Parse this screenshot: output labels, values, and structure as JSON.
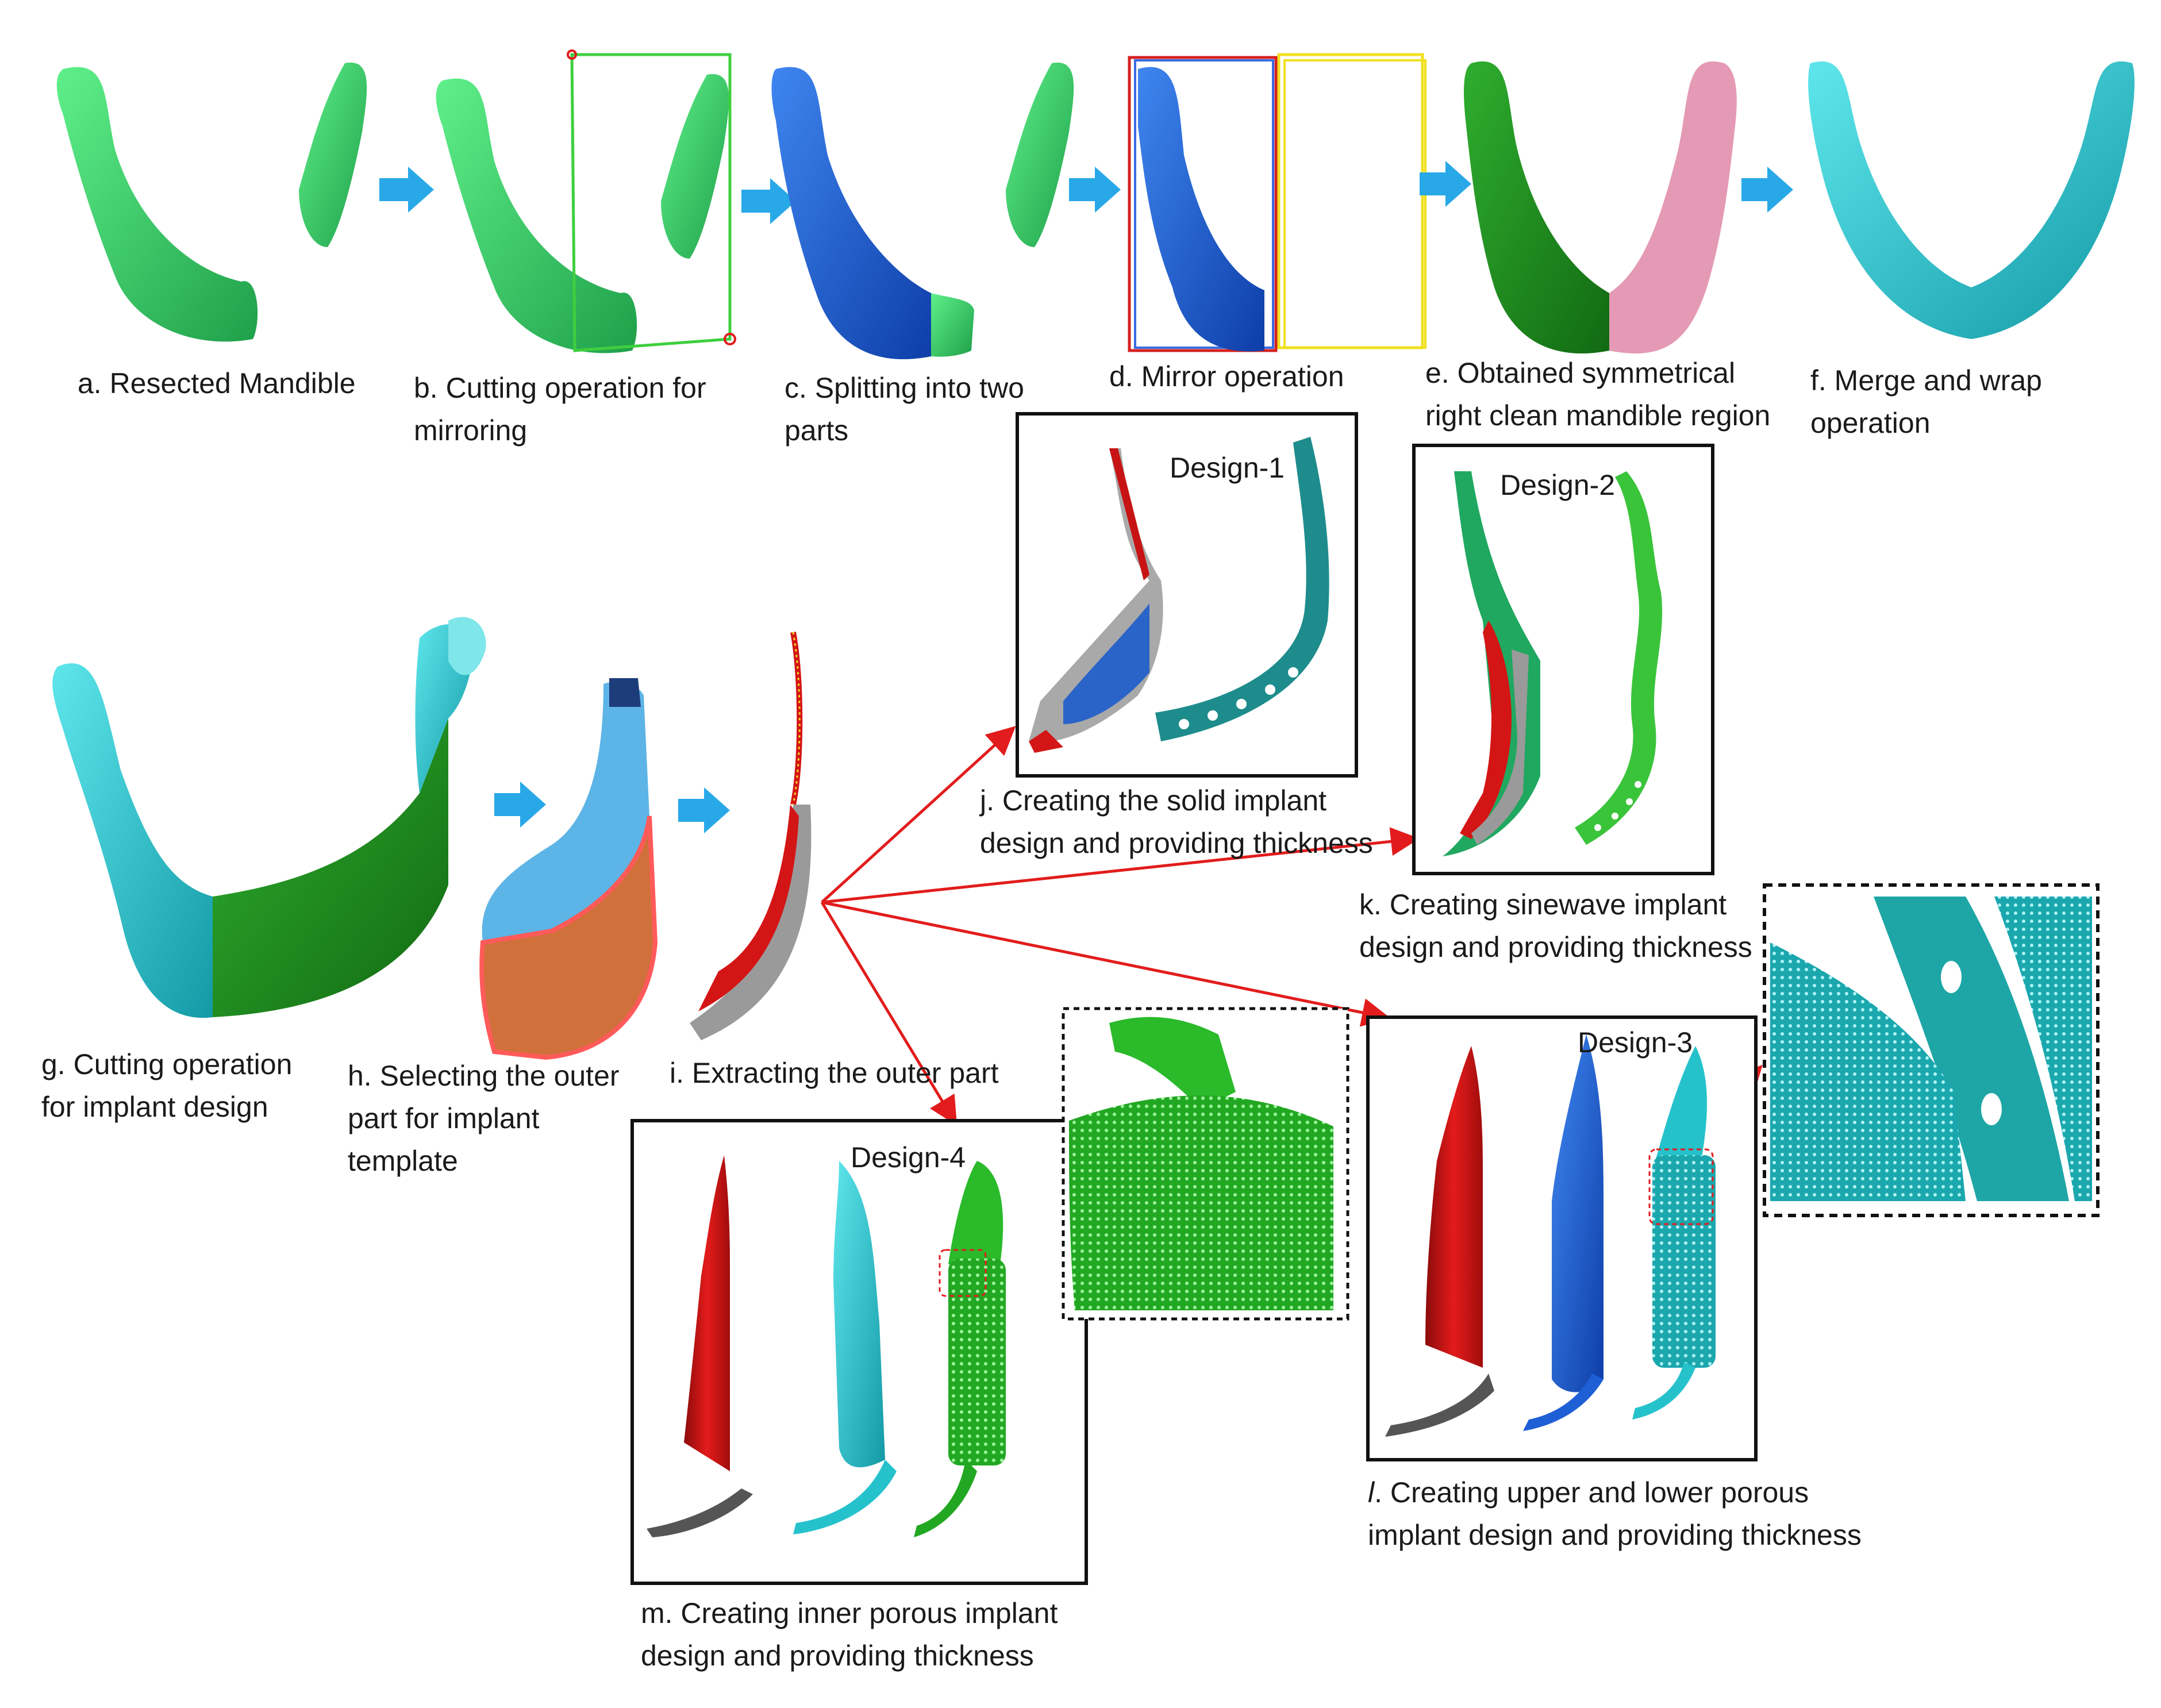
{
  "panels": {
    "a": {
      "line1": "a. Resected Mandible"
    },
    "b": {
      "line1": "b. Cutting operation for",
      "line2": "mirroring"
    },
    "c": {
      "line1": "c. Splitting into two",
      "line2": "parts"
    },
    "d": {
      "line1": "d. Mirror operation"
    },
    "e": {
      "line1": "e. Obtained symmetrical",
      "line2": "right clean mandible region"
    },
    "f": {
      "line1": "f. Merge and wrap",
      "line2": "operation"
    },
    "g": {
      "line1": "g. Cutting operation",
      "line2": "for implant design"
    },
    "h": {
      "line1": "h. Selecting the outer",
      "line2": "part for implant",
      "line3": "template"
    },
    "i": {
      "line1": "i. Extracting the outer part"
    },
    "j": {
      "line1": "j. Creating the solid implant",
      "line2": "design and providing thickness"
    },
    "k": {
      "line1": "k. Creating sinewave implant",
      "line2": "design and providing thickness"
    },
    "l": {
      "prefix": "l",
      "line1": ". Creating upper and lower porous",
      "line2": "implant design and providing thickness"
    },
    "m": {
      "line1": "m. Creating inner porous implant",
      "line2": "design and providing thickness"
    }
  },
  "designs": {
    "d1": "Design-1",
    "d2": "Design-2",
    "d3": "Design-3",
    "d4": "Design-4"
  },
  "colors": {
    "bone_green": "#35d56a",
    "bone_blue": "#1f5fd6",
    "bone_cyan": "#26c2cc",
    "dark_green": "#1e8a1e",
    "pink": "#e49ab4",
    "arrow_blue": "#29a8e8",
    "arrow_red": "#e21c1c",
    "template_red": "#d41515",
    "gray": "#9a9a9a",
    "orange": "#d0703a"
  }
}
